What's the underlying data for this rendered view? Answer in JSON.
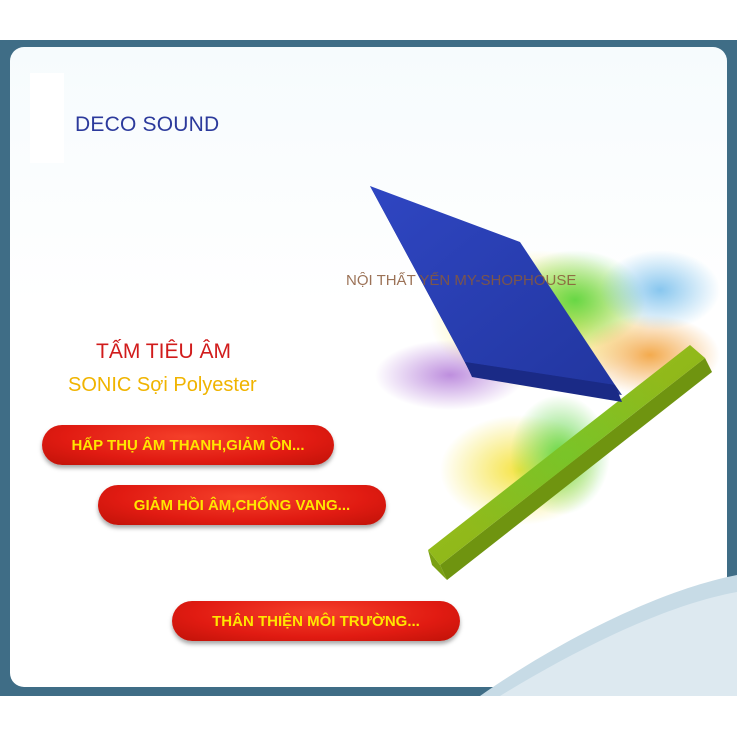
{
  "brand": {
    "name": "DECO SOUND"
  },
  "watermark": {
    "text": "NỘI THẤT YẾN MY-SHOPHOUSE"
  },
  "headline": {
    "line1": "TẤM TIÊU ÂM",
    "line2": "SONIC Sợi Polyester"
  },
  "features": [
    {
      "label": "HẤP THỤ ÂM THANH,GIẢM ỒN..."
    },
    {
      "label": "GIẢM HỒI ÂM,CHỐNG VANG..."
    },
    {
      "label": "THÂN THIỆN MÔI TRƯỜNG..."
    }
  ],
  "colors": {
    "frame": "#3f6d86",
    "brand_text": "#2c3a9c",
    "headline_red": "#d11c1c",
    "headline_yellow": "#f0b400",
    "pill_red": "#e11b12",
    "pill_text": "#ffe600",
    "panel_blue": "#2a3fb0",
    "panel_green": "#8fb81a"
  }
}
